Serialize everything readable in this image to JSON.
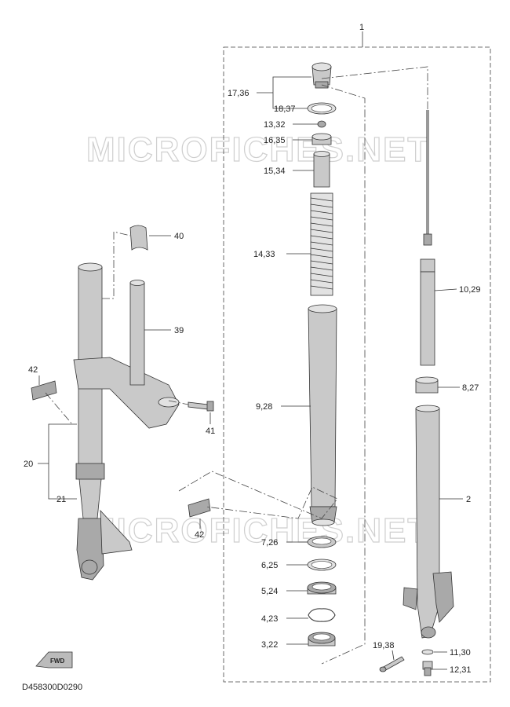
{
  "watermark": "MICROFICHES.NET",
  "diagram_code": "D458300D0290",
  "fwd_label": "FWD",
  "labels": {
    "l1": "1",
    "l17": "17,36",
    "l18": "18,37",
    "l13": "13,32",
    "l16": "16,35",
    "l15": "15,34",
    "l14": "14,33",
    "l9": "9,28",
    "l7": "7,26",
    "l6": "6,25",
    "l5": "5,24",
    "l4": "4,23",
    "l3": "3,22",
    "l10": "10,29",
    "l8": "8,27",
    "l2": "2",
    "l19": "19,38",
    "l11": "11,30",
    "l12": "12,31",
    "l40": "40",
    "l39": "39",
    "l41": "41",
    "l42a": "42",
    "l42b": "42",
    "l20": "20",
    "l21": "21"
  }
}
